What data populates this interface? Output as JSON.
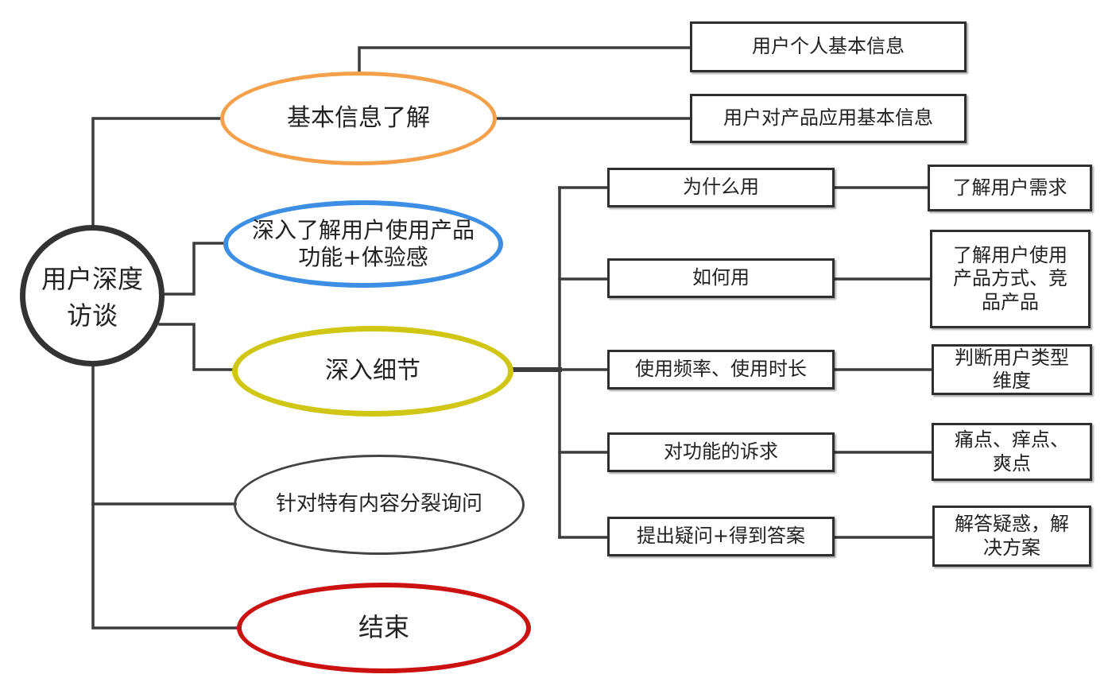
{
  "diagram": {
    "root": {
      "label": "用户深度\n访谈"
    },
    "branches": [
      {
        "label": "基本信息了解",
        "color": "#f5a04a"
      },
      {
        "label": "深入了解用户使用产品\n功能+体验感",
        "color": "#3d8fe6"
      },
      {
        "label": "深入细节",
        "color": "#cfc714"
      },
      {
        "label": "针对特有内容分裂询问",
        "color": "#444444"
      },
      {
        "label": "结束",
        "color": "#cc1111"
      }
    ],
    "basic_info_items": [
      {
        "label": "用户个人基本信息"
      },
      {
        "label": "用户对产品应用基本信息"
      }
    ],
    "detail_items": [
      {
        "label": "为什么用",
        "result": "了解用户需求"
      },
      {
        "label": "如何用",
        "result": "了解用户使用\n产品方式、竞\n品产品"
      },
      {
        "label": "使用频率、使用时长",
        "result": "判断用户类型\n维度"
      },
      {
        "label": "对功能的诉求",
        "result": "痛点、痒点、\n爽点"
      },
      {
        "label": "提出疑问+得到答案",
        "result": "解答疑惑，解\n决方案"
      }
    ]
  }
}
